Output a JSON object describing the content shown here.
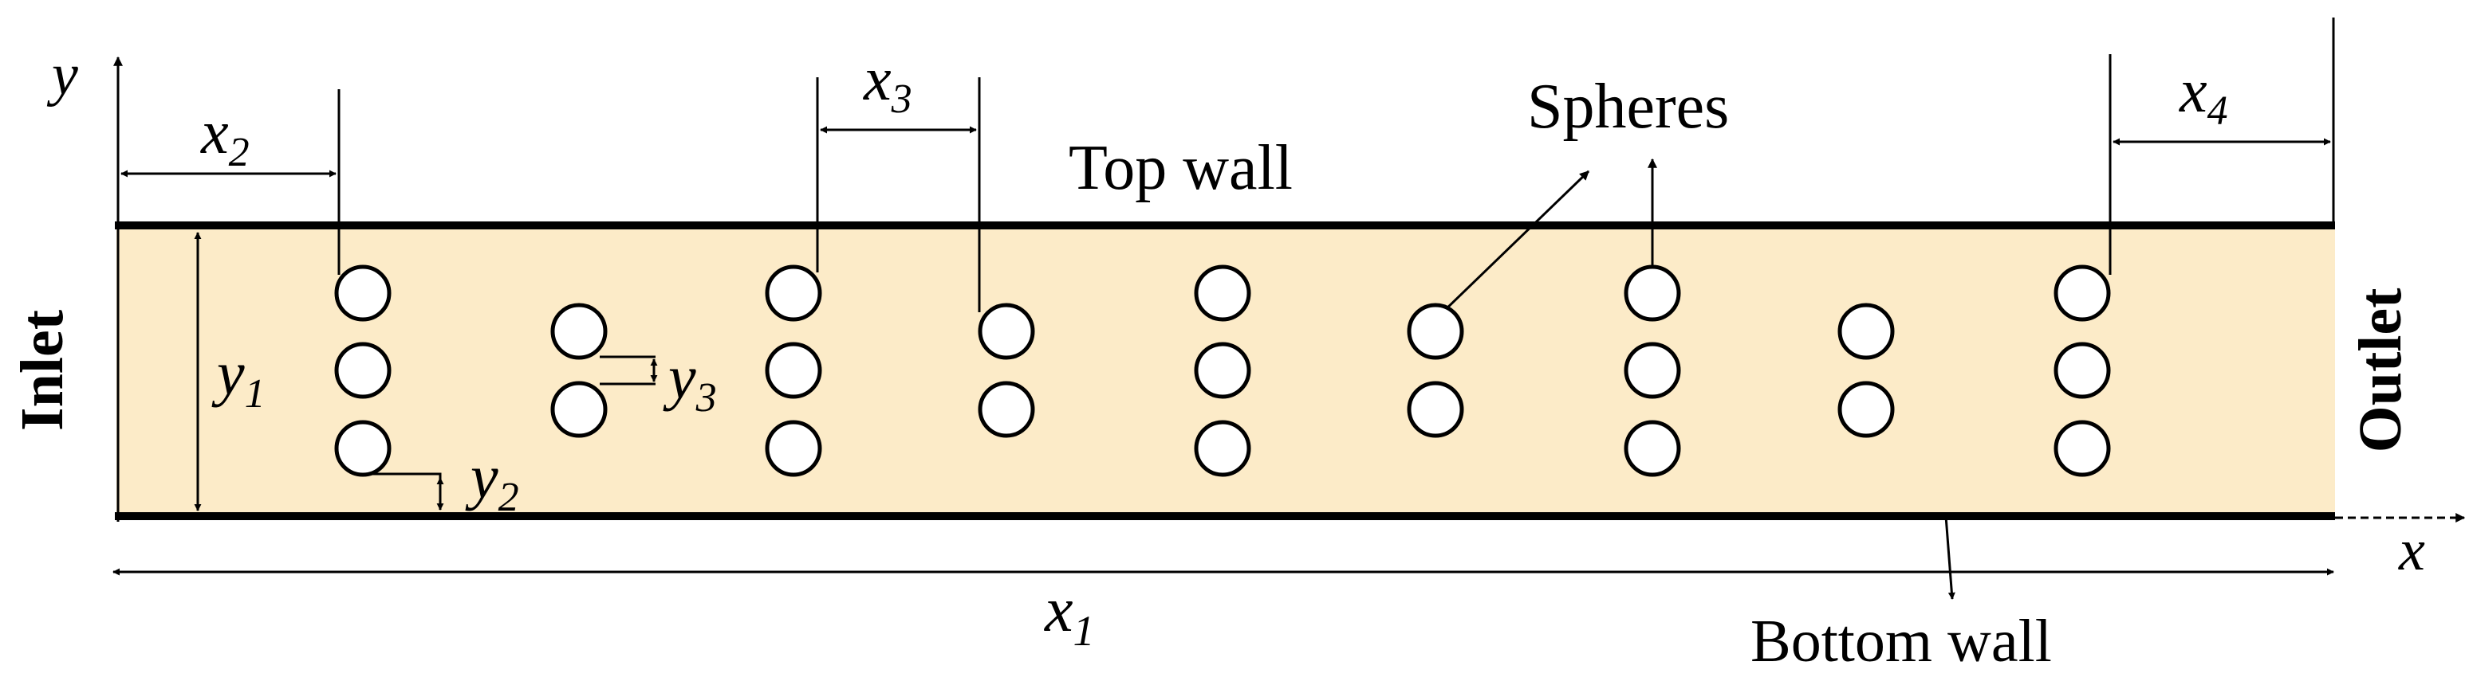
{
  "labels": {
    "top_wall": "Top wall",
    "bottom_wall": "Bottom wall",
    "inlet": "Inlet",
    "outlet": "Outlet",
    "spheres": "Spheres",
    "axis_x": "x",
    "axis_y": "y",
    "dimensions": {
      "x1": {
        "base": "x",
        "sub": "1"
      },
      "x2": {
        "base": "x",
        "sub": "2"
      },
      "x3": {
        "base": "x",
        "sub": "3"
      },
      "x4": {
        "base": "x",
        "sub": "4"
      },
      "y1": {
        "base": "y",
        "sub": "1"
      },
      "y2": {
        "base": "y",
        "sub": "2"
      },
      "y3": {
        "base": "y",
        "sub": "3"
      }
    }
  },
  "colors": {
    "channel_fill": "#FCEBC8",
    "line": "#000000",
    "sphere_fill": "#FFFFFF"
  },
  "sphere_columns": [
    {
      "count": 3
    },
    {
      "count": 2
    },
    {
      "count": 3
    },
    {
      "count": 2
    },
    {
      "count": 3
    },
    {
      "count": 2
    },
    {
      "count": 3
    },
    {
      "count": 2
    },
    {
      "count": 3
    }
  ]
}
